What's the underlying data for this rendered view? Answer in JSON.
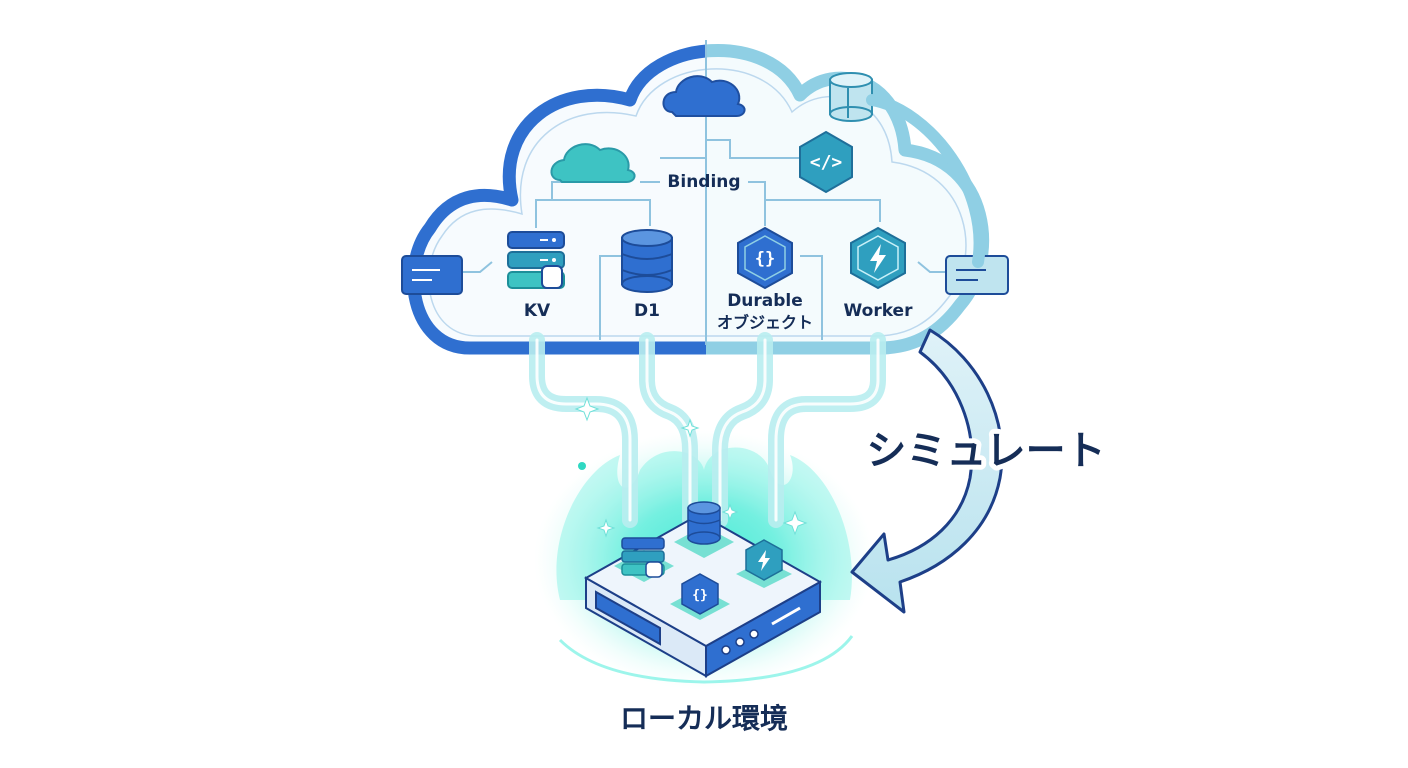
{
  "labels": {
    "binding": "Binding",
    "kv": "KV",
    "d1": "D1",
    "durable_line1": "Durable",
    "durable_line2": "オブジェクト",
    "worker": "Worker",
    "simulate": "シミュレート",
    "local_env": "ローカル環境"
  },
  "colors": {
    "primary_blue": "#2f6fd0",
    "light_blue": "#8fcfe4",
    "teal": "#3ec3c3",
    "glow": "#2fe8cf",
    "navy_text": "#152d57"
  },
  "icons": {
    "cloud_top": "cloud-icon",
    "cloud_left": "cloud-icon",
    "code": "code-hexagon-icon",
    "kv": "server-stack-icon",
    "d1": "database-icon",
    "durable": "braces-hexagon-icon",
    "worker": "lightning-hexagon-icon",
    "cylinder": "cylinder-icon",
    "left_card": "card-icon",
    "right_card": "card-icon"
  }
}
